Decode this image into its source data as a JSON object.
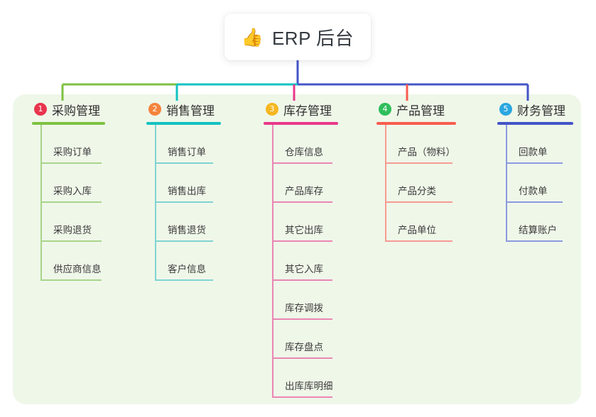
{
  "root": {
    "icon": "thumbs-up-icon",
    "emoji": "👍",
    "title": "ERP 后台"
  },
  "panel": {
    "background": "#eff7e9"
  },
  "branches": [
    {
      "index": "1",
      "title": "采购管理",
      "color": "#7EC242",
      "leaf_color": "#a8d58a",
      "badge_color": "#E8354E",
      "leaves": [
        {
          "label": "采购订单"
        },
        {
          "label": "采购入库"
        },
        {
          "label": "采购退货"
        },
        {
          "label": "供应商信息"
        }
      ]
    },
    {
      "index": "2",
      "title": "销售管理",
      "color": "#13C2C2",
      "leaf_color": "#7fd4d2",
      "badge_color": "#F5843C",
      "leaves": [
        {
          "label": "销售订单"
        },
        {
          "label": "销售出库"
        },
        {
          "label": "销售退货"
        },
        {
          "label": "客户信息"
        }
      ]
    },
    {
      "index": "3",
      "title": "库存管理",
      "color": "#E8388A",
      "leaf_color": "#eb86b3",
      "badge_color": "#F5B721",
      "leaves": [
        {
          "label": "仓库信息"
        },
        {
          "label": "产品库存"
        },
        {
          "label": "其它出库"
        },
        {
          "label": "其它入库"
        },
        {
          "label": "库存调拨"
        },
        {
          "label": "库存盘点"
        },
        {
          "label": "出库库明细"
        }
      ]
    },
    {
      "index": "4",
      "title": "产品管理",
      "color": "#F85C4E",
      "leaf_color": "#f79b91",
      "badge_color": "#2FBF5C",
      "leaves": [
        {
          "label": "产品（物料）"
        },
        {
          "label": "产品分类"
        },
        {
          "label": "产品单位"
        }
      ]
    },
    {
      "index": "5",
      "title": "财务管理",
      "color": "#4355C7",
      "leaf_color": "#8b9ade",
      "badge_color": "#2BA7E0",
      "leaves": [
        {
          "label": "回款单"
        },
        {
          "label": "付款单"
        },
        {
          "label": "结算账户"
        }
      ]
    }
  ]
}
